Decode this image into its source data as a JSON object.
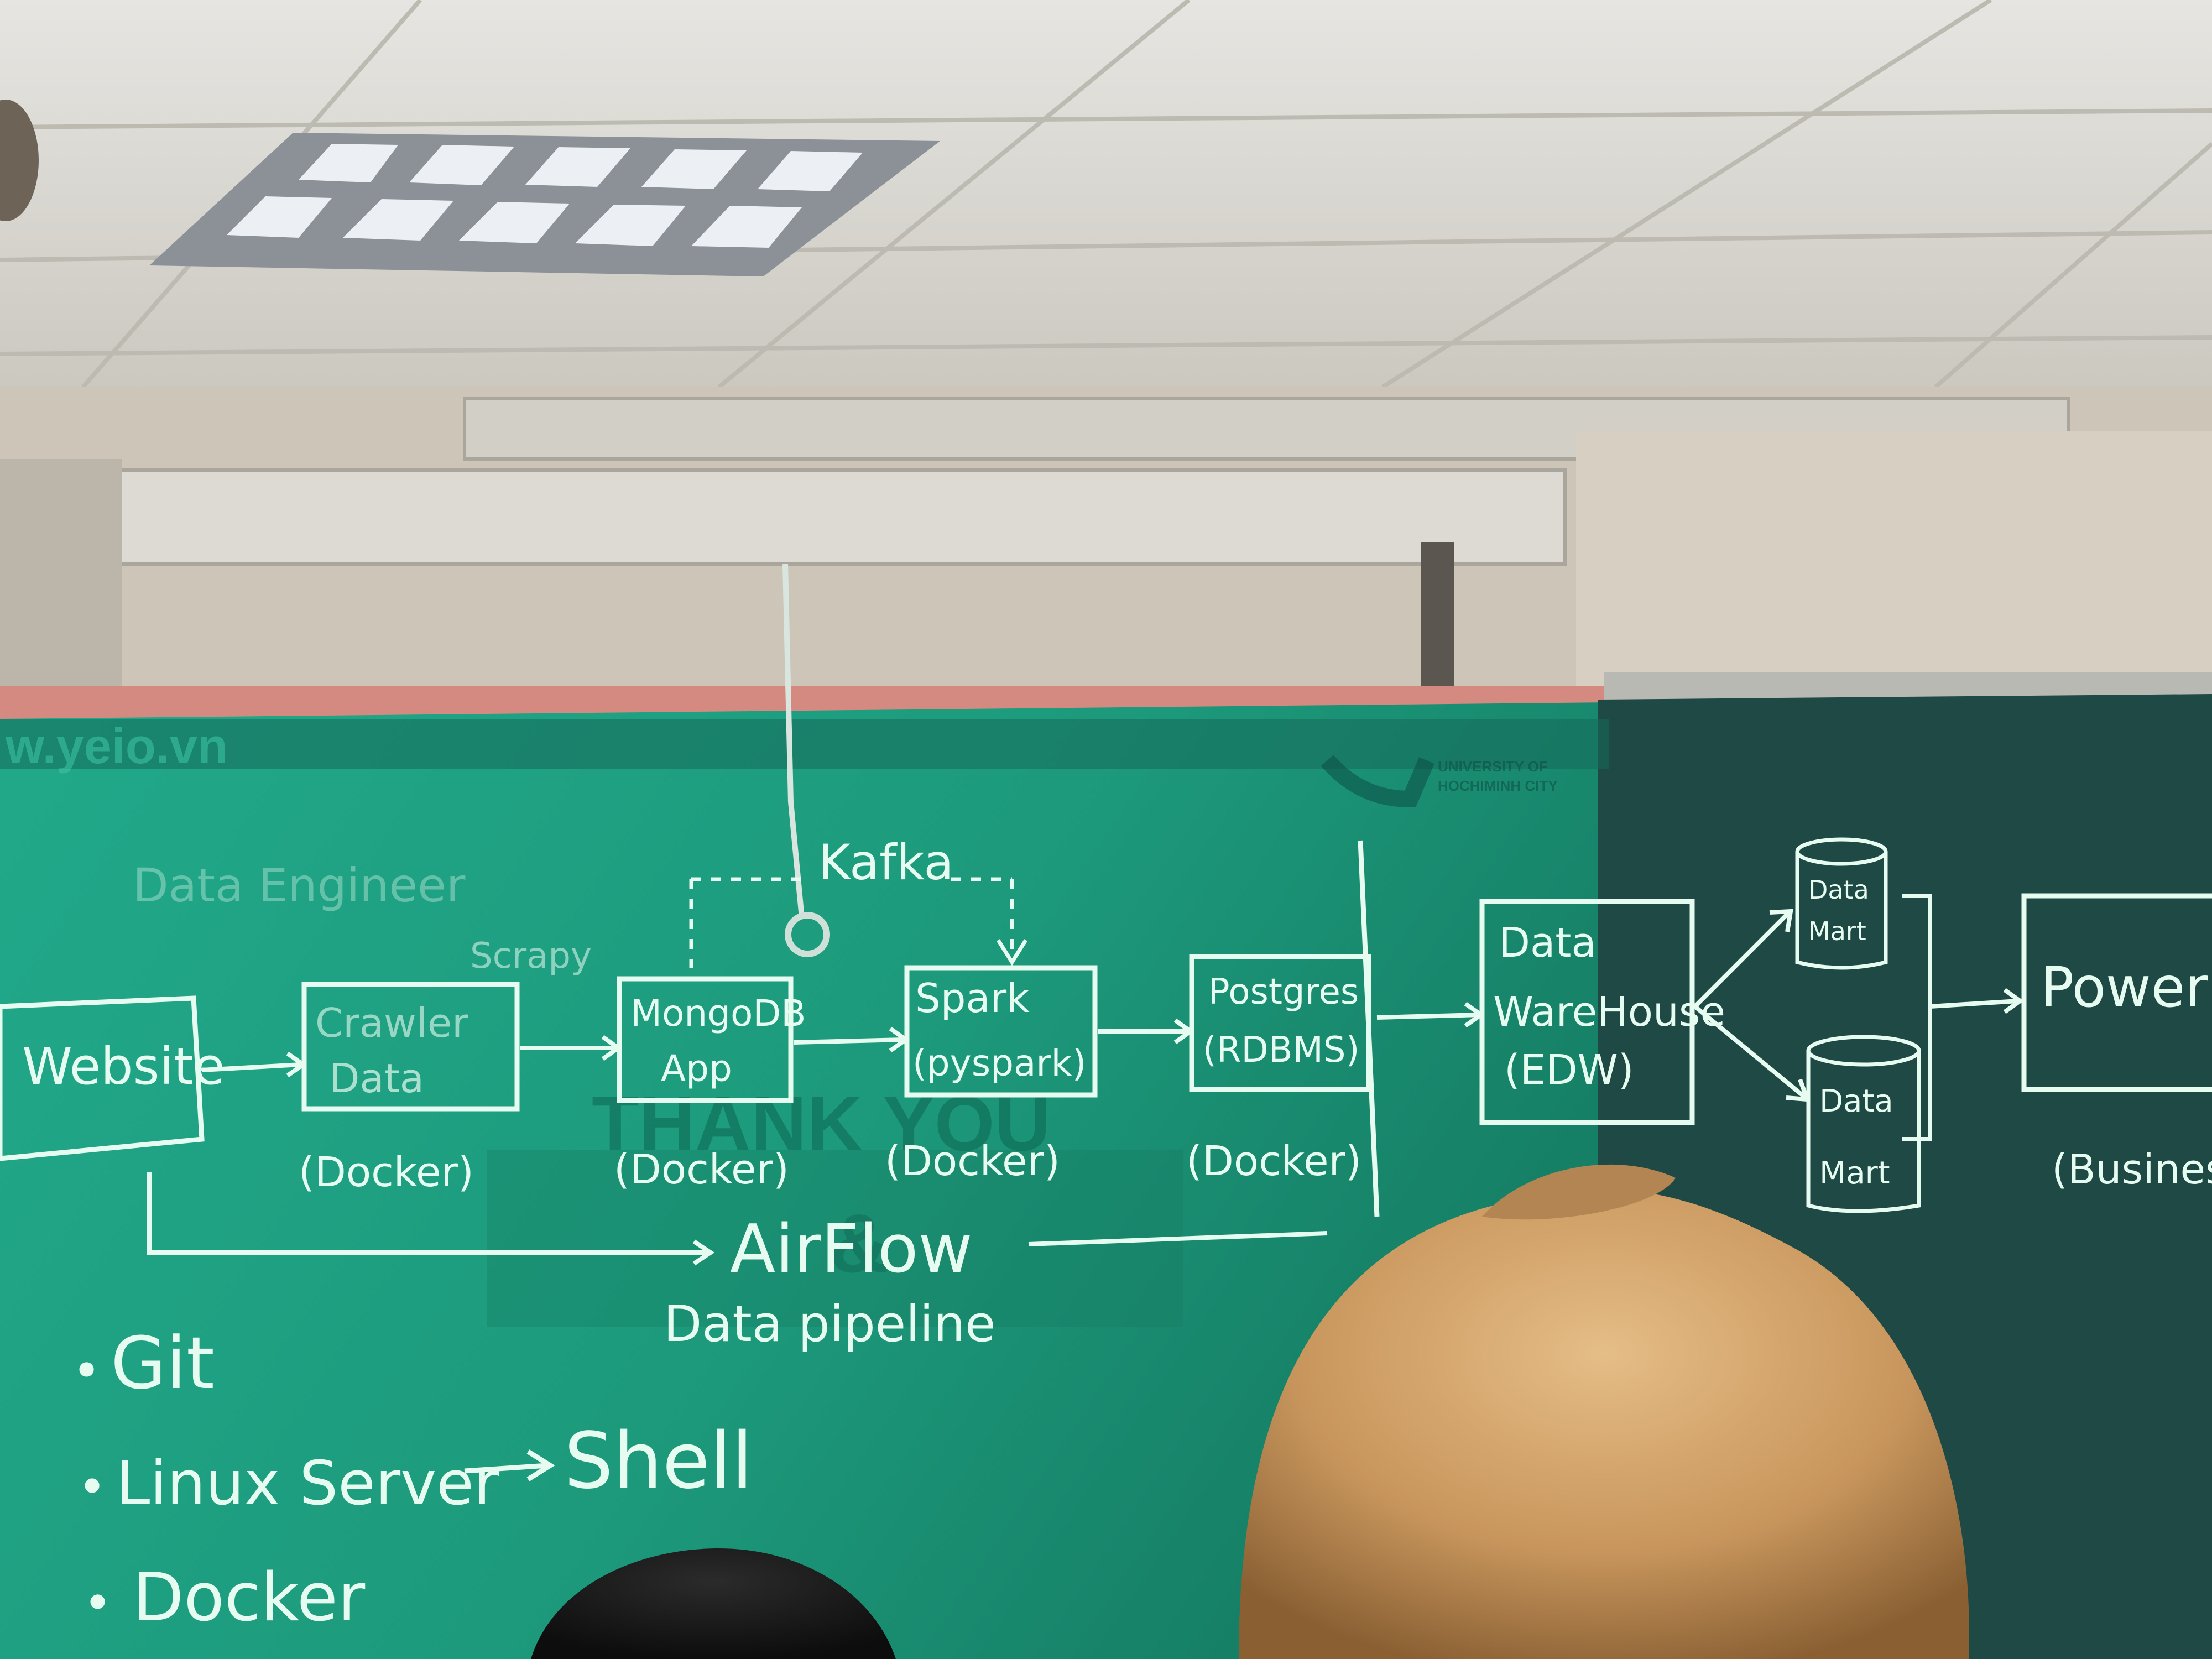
{
  "board": {
    "header_watermark": "w.yeio.vn",
    "logo_text": "UNIVERSITY OF\nHOCHIMINH CITY",
    "title_faint": "Data Engineer",
    "scrapy_note": "Scrapy",
    "kafka": "Kafka",
    "projection_faint_1": "THANK YOU",
    "projection_faint_2": "&"
  },
  "pipeline": {
    "website": "Website",
    "crawler": [
      "Crawler",
      "Data"
    ],
    "mongodb": [
      "MongoDB",
      "App"
    ],
    "spark": [
      "Spark",
      "(pyspark)"
    ],
    "postgres": [
      "Postgres",
      "(RDBMS)"
    ],
    "dwh": [
      "Data",
      "WareHouse",
      "(EDW)"
    ],
    "mart1": [
      "Data",
      "Mart"
    ],
    "mart2": [
      "Data",
      "Mart"
    ],
    "powerbi": "Power B",
    "docker_1": "(Docker)",
    "docker_2": "(Docker)",
    "docker_3": "(Docker)",
    "docker_4": "(Docker)",
    "business": "(Business",
    "airflow": "AirFlow",
    "data_pipeline": "Data pipeline"
  },
  "notes": {
    "git": "Git",
    "linux": "Linux Server",
    "shell": "Shell",
    "docker": "Docker"
  },
  "colors": {
    "ceiling": "#d9d8d2",
    "wall": "#cfc9bd",
    "green_board": "#1fa583",
    "dark_board": "#1e4a44",
    "chalk": "#e6fbef",
    "rail": "#d88d83",
    "hair": "#d2a56f"
  }
}
